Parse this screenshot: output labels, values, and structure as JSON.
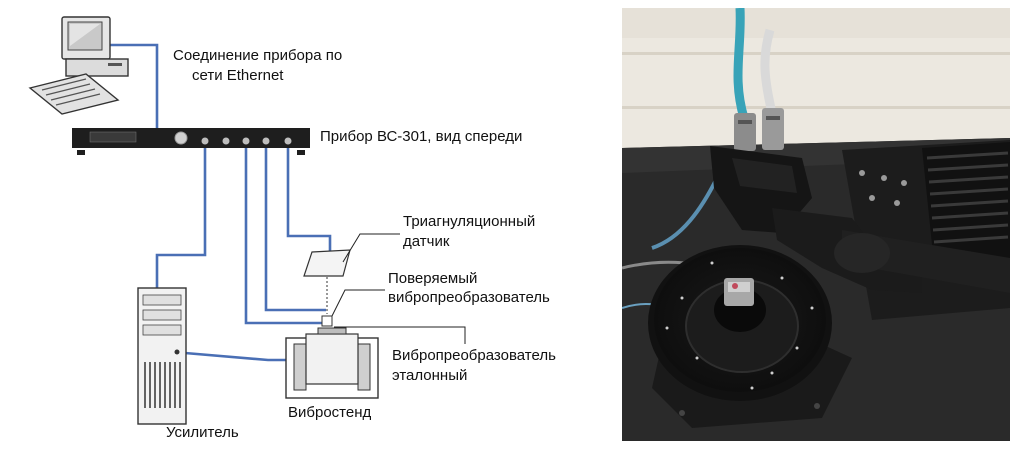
{
  "labels": {
    "ethernet_line1": "Соединение прибора по",
    "ethernet_line2": "сети Ethernet",
    "device": "Прибор ВС-301, вид спереди",
    "tri_line1": "Триагнуляционный",
    "tri_line2": "датчик",
    "checked_line1": "Поверяемый",
    "checked_line2": "вибропреобразователь",
    "ref_line1": "Вибропреобразователь",
    "ref_line2": "эталонный",
    "stand": "Вибростенд",
    "amplifier": "Усилитель"
  },
  "colors": {
    "wire": "#4a6fb5",
    "device_body": "#1e1e1e",
    "photo_wall": "#ece8e0",
    "photo_table": "#2a2a2a",
    "photo_cable": "#38a3b8"
  },
  "icons": {
    "computer": "desktop-computer-icon",
    "amplifier": "tower-unit-icon",
    "stand": "shaker-icon"
  }
}
